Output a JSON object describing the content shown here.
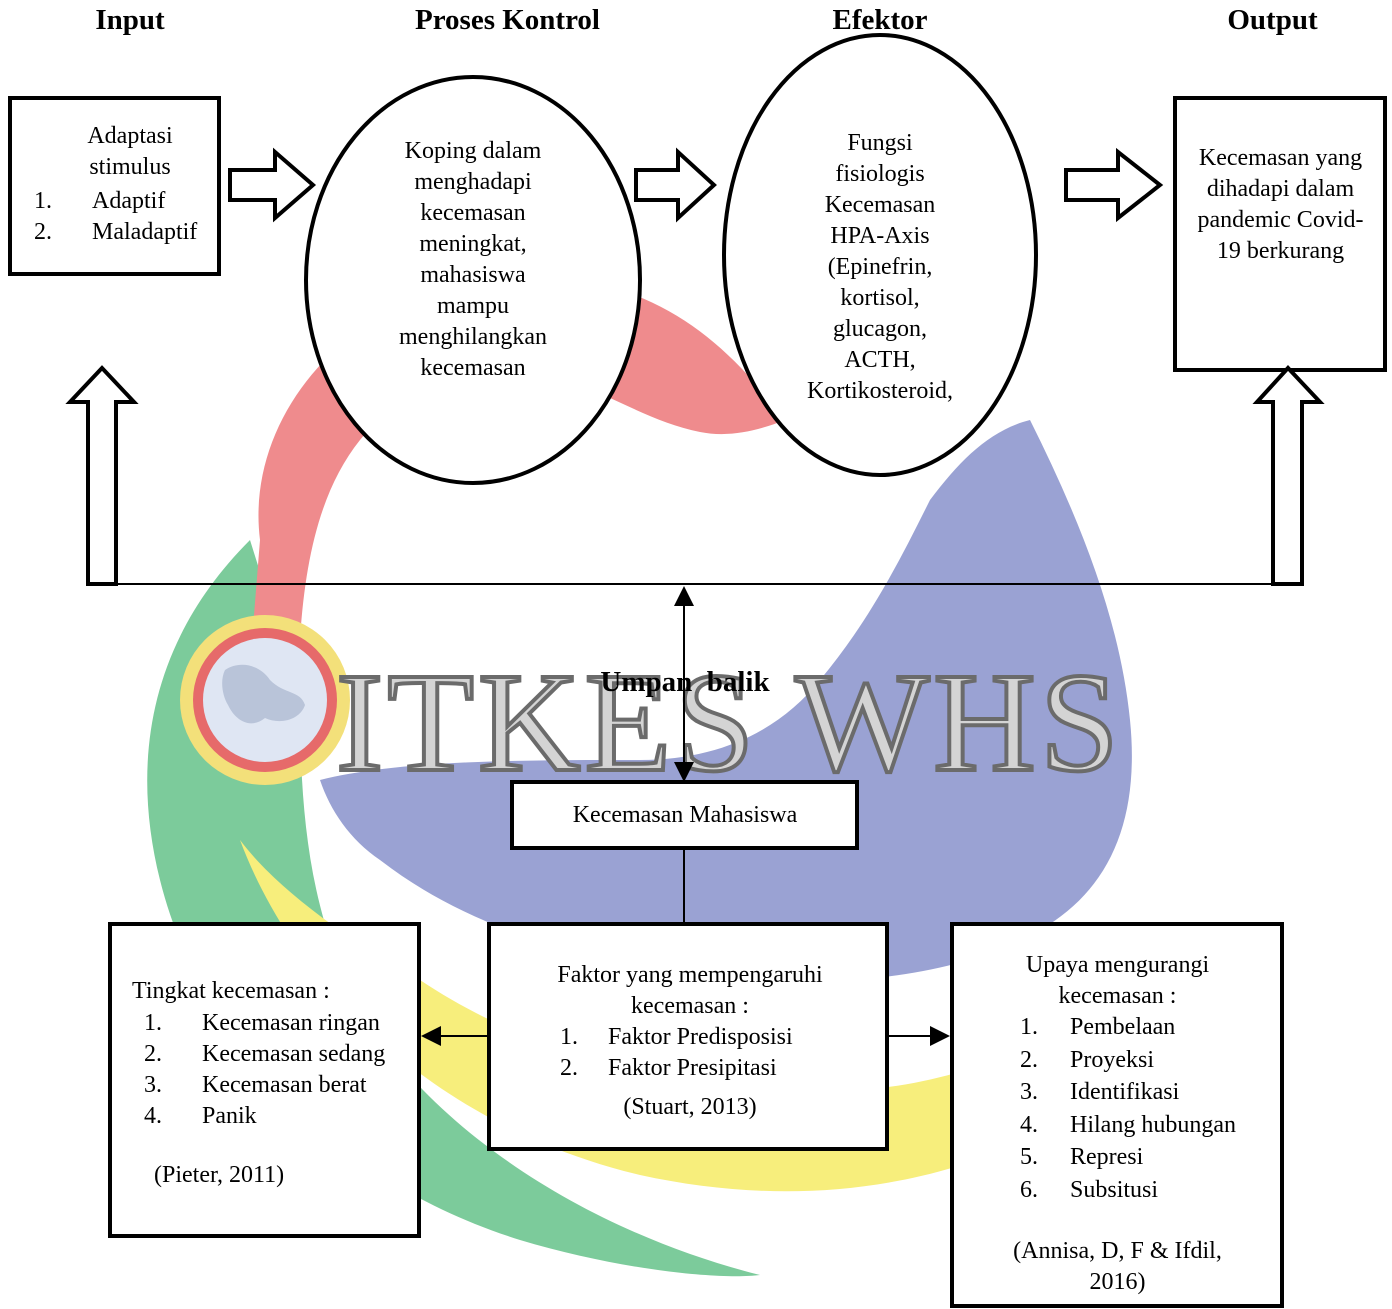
{
  "headers": {
    "input": "Input",
    "process": "Proses Kontrol",
    "effector": "Efektor",
    "output": "Output"
  },
  "input_box": {
    "title": "Adaptasi stimulus",
    "items": [
      "Adaptif",
      "Maladaptif"
    ]
  },
  "process_ellipse": {
    "text": "Koping dalam menghadapi kecemasan meningkat, mahasiswa mampu menghilangkan kecemasan"
  },
  "effector_ellipse": {
    "text": "Fungsi fisiologis Kecemasan HPA-Axis (Epinefrin, kortisol, glucagon, ACTH, Kortikosteroid,"
  },
  "output_box": {
    "text": "Kecemasan yang dihadapi dalam pandemic Covid-19 berkurang"
  },
  "feedback_label": "Umpan  balik",
  "watermark": "ITKES WHS",
  "center_box": {
    "text": "Kecemasan Mahasiswa"
  },
  "level_box": {
    "title": "Tingkat kecemasan :",
    "items": [
      "Kecemasan ringan",
      "Kecemasan sedang",
      "Kecemasan berat",
      "Panik"
    ],
    "citation": "(Pieter, 2011)"
  },
  "factor_box": {
    "title": "Faktor yang mempengaruhi kecemasan :",
    "items": [
      "Faktor Predisposisi",
      "Faktor Presipitasi"
    ],
    "citation": "(Stuart, 2013)"
  },
  "effort_box": {
    "title": "Upaya mengurangi kecemasan :",
    "items": [
      "Pembelaan",
      "Proyeksi",
      "Identifikasi",
      "Hilang hubungan",
      "Represi",
      "Subsitusi"
    ],
    "citation": "(Annisa, D, F & Ifdil, 2016)"
  },
  "colors": {
    "red_band": "#ef8b8d",
    "blue_band": "#9aa2d3",
    "yellow_band": "#f7ee7c",
    "green_band": "#7ccb9b",
    "seal_ring": "#f3e07a"
  }
}
